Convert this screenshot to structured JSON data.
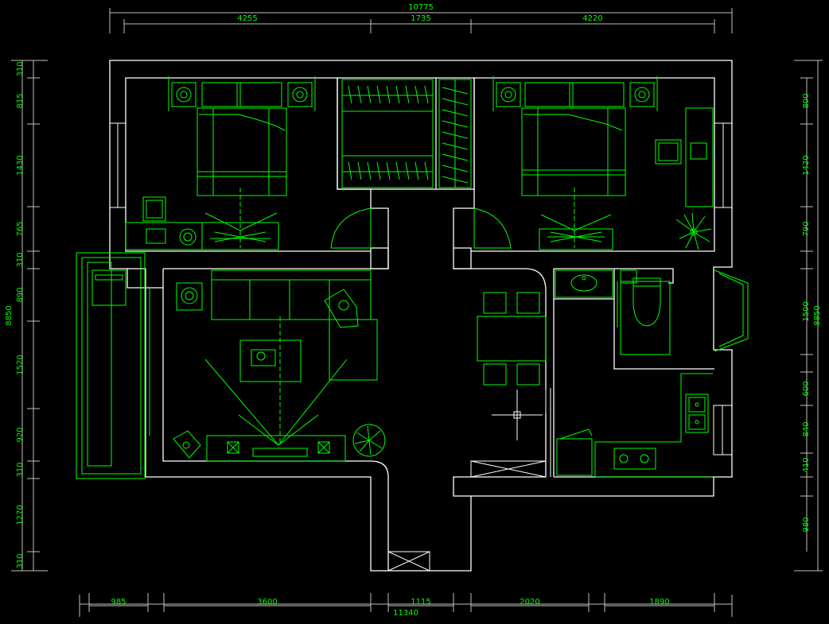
{
  "dimensions": {
    "top_total": "10775",
    "top_segments": [
      "4255",
      "1735",
      "4220"
    ],
    "bottom_total": "11340",
    "bottom_segments": [
      "985",
      "3600",
      "1115",
      "2020",
      "1890"
    ],
    "left_total": "8850",
    "left_segments": [
      "310",
      "815",
      "1430",
      "765",
      "310",
      "890",
      "1520",
      "920",
      "310",
      "1270",
      "310"
    ],
    "right_total": "8850",
    "right_segments": [
      "800",
      "1420",
      "790",
      "1500",
      "600",
      "840",
      "410",
      "980"
    ]
  },
  "colors": {
    "background": "#000000",
    "wall": "#ffffff",
    "furniture": "#00ff00",
    "dimension": "#00ff00",
    "dimension_line": "#bfbfbf"
  }
}
